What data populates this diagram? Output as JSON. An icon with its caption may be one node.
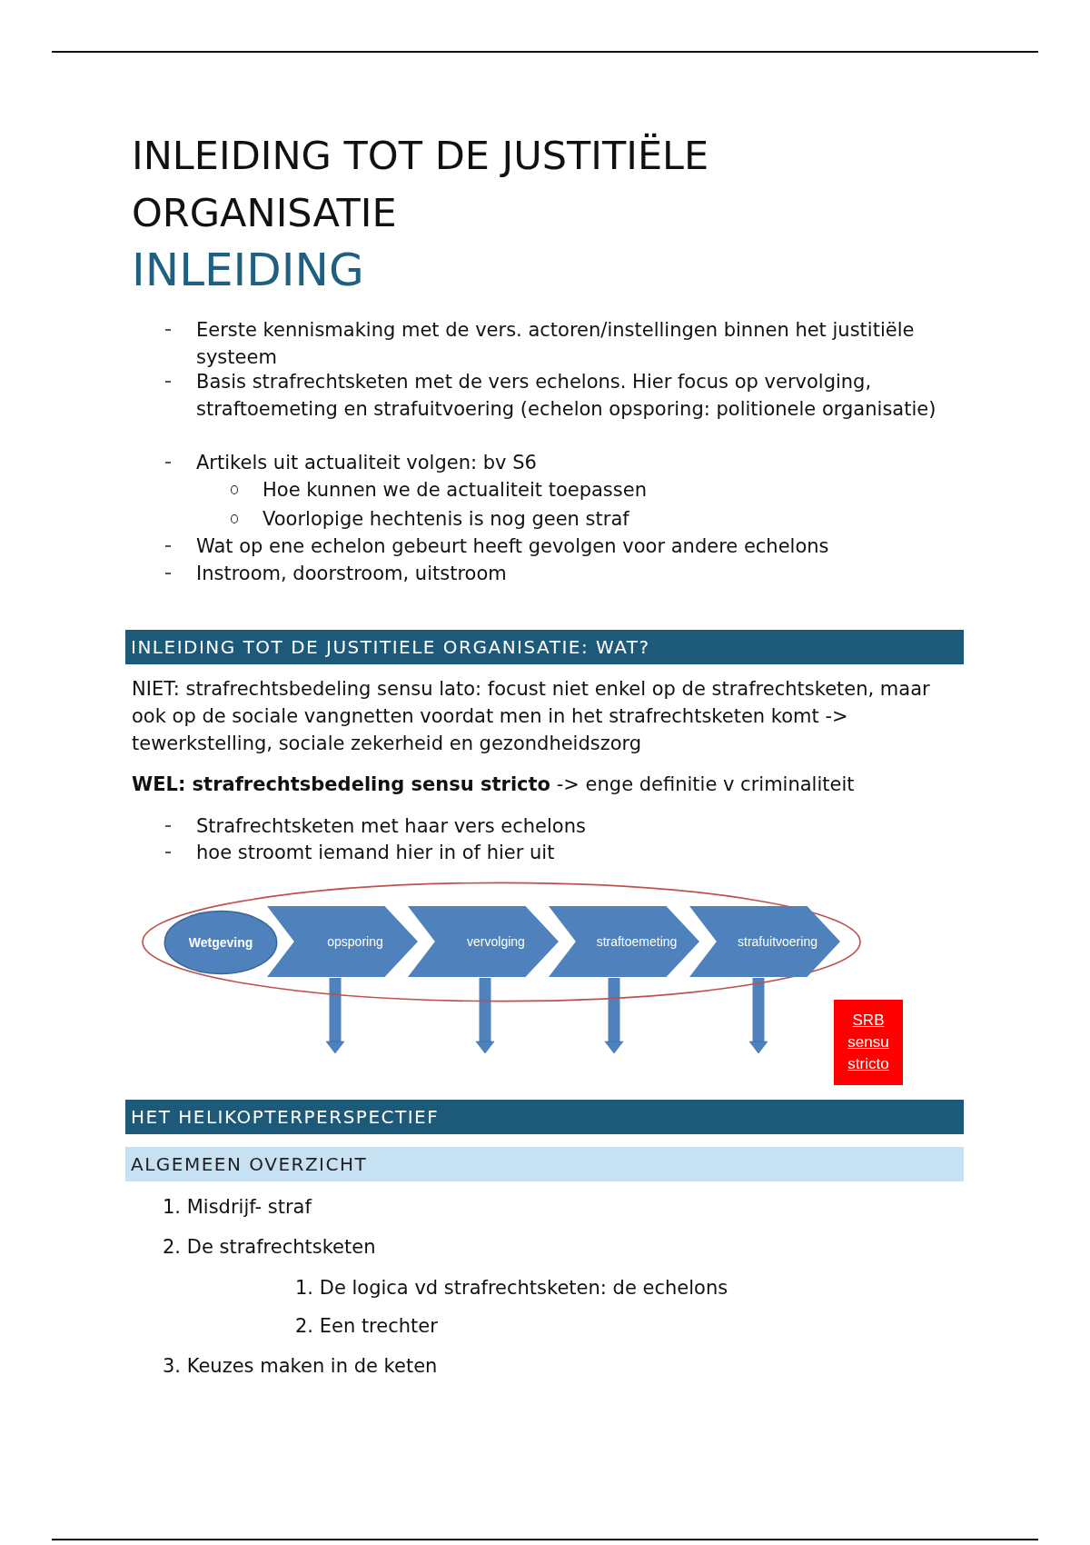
{
  "diagram": {
    "title": "INLEIDING TOT DE JUSTITIËLE ORGANISATIE",
    "nodes": [
      {
        "text": [],
        "shape": "ellipse"
      },
      {
        "text": [
          "Wetgeving"
        ],
        "in": 0
      },
      {
        "text": [
          "opsporing"
        ],
        "in": 0
      },
      {
        "text": [
          "vervolging"
        ],
        "in": 0
      },
      {
        "text": [
          "straftoemeting"
        ],
        "in": 0
      },
      {
        "text": [
          "strafuitvoering"
        ],
        "in": 0
      },
      {
        "text": [
          "SRB sensu stricto"
        ]
      }
    ],
    "edges": [
      {
        "from": 2,
        "to": null,
        "arrow": "to"
      },
      {
        "from": 3,
        "to": null,
        "arrow": "to"
      },
      {
        "from": 4,
        "to": null,
        "arrow": "to"
      },
      {
        "from": 5,
        "to": null,
        "arrow": "to"
      }
    ],
    "labels": [
      "INLEIDING",
      "Eerste kennismaking met de vers. actoren/instellingen binnen het justitiële systeem",
      "Basis strafrechtsketen met de vers echelons. Hier focus op vervolging, straftoemeting en strafuitvoering (echelon opsporing: politionele organisatie)",
      "Artikels uit actualiteit volgen: bv S6",
      "Hoe kunnen we de actualiteit toepassen",
      "Voorlopige hechtenis is nog geen straf",
      "Wat op ene echelon gebeurt heeft gevolgen voor andere echelons",
      "Instroom, doorstroom, uitstroom",
      "INLEIDING TOT DE JUSTITIELE ORGANISATIE: WAT?",
      "NIET: strafrechtsbedeling sensu lato: focust niet enkel op de strafrechtsketen, maar ook op de sociale vangnetten voordat men in het strafrechtsketen komt -> tewerkstelling, sociale zekerheid en gezondheidszorg",
      "**WEL: strafrechtsbedeling sensu stricto** -> enge definitie v criminaliteit",
      "Strafrechtsketen met haar vers echelons",
      "hoe stroomt iemand hier in of hier uit",
      "HET HELIKOPTERPERSPECTIEF",
      "ALGEMEEN OVERZICHT",
      "1. Misdrijf- straf",
      "2. De strafrechtsketen",
      "1. De logica vd strafrechtsketen: de echelons",
      "2. Een trechter",
      "3. Keuzes maken in de keten"
    ]
  }
}
